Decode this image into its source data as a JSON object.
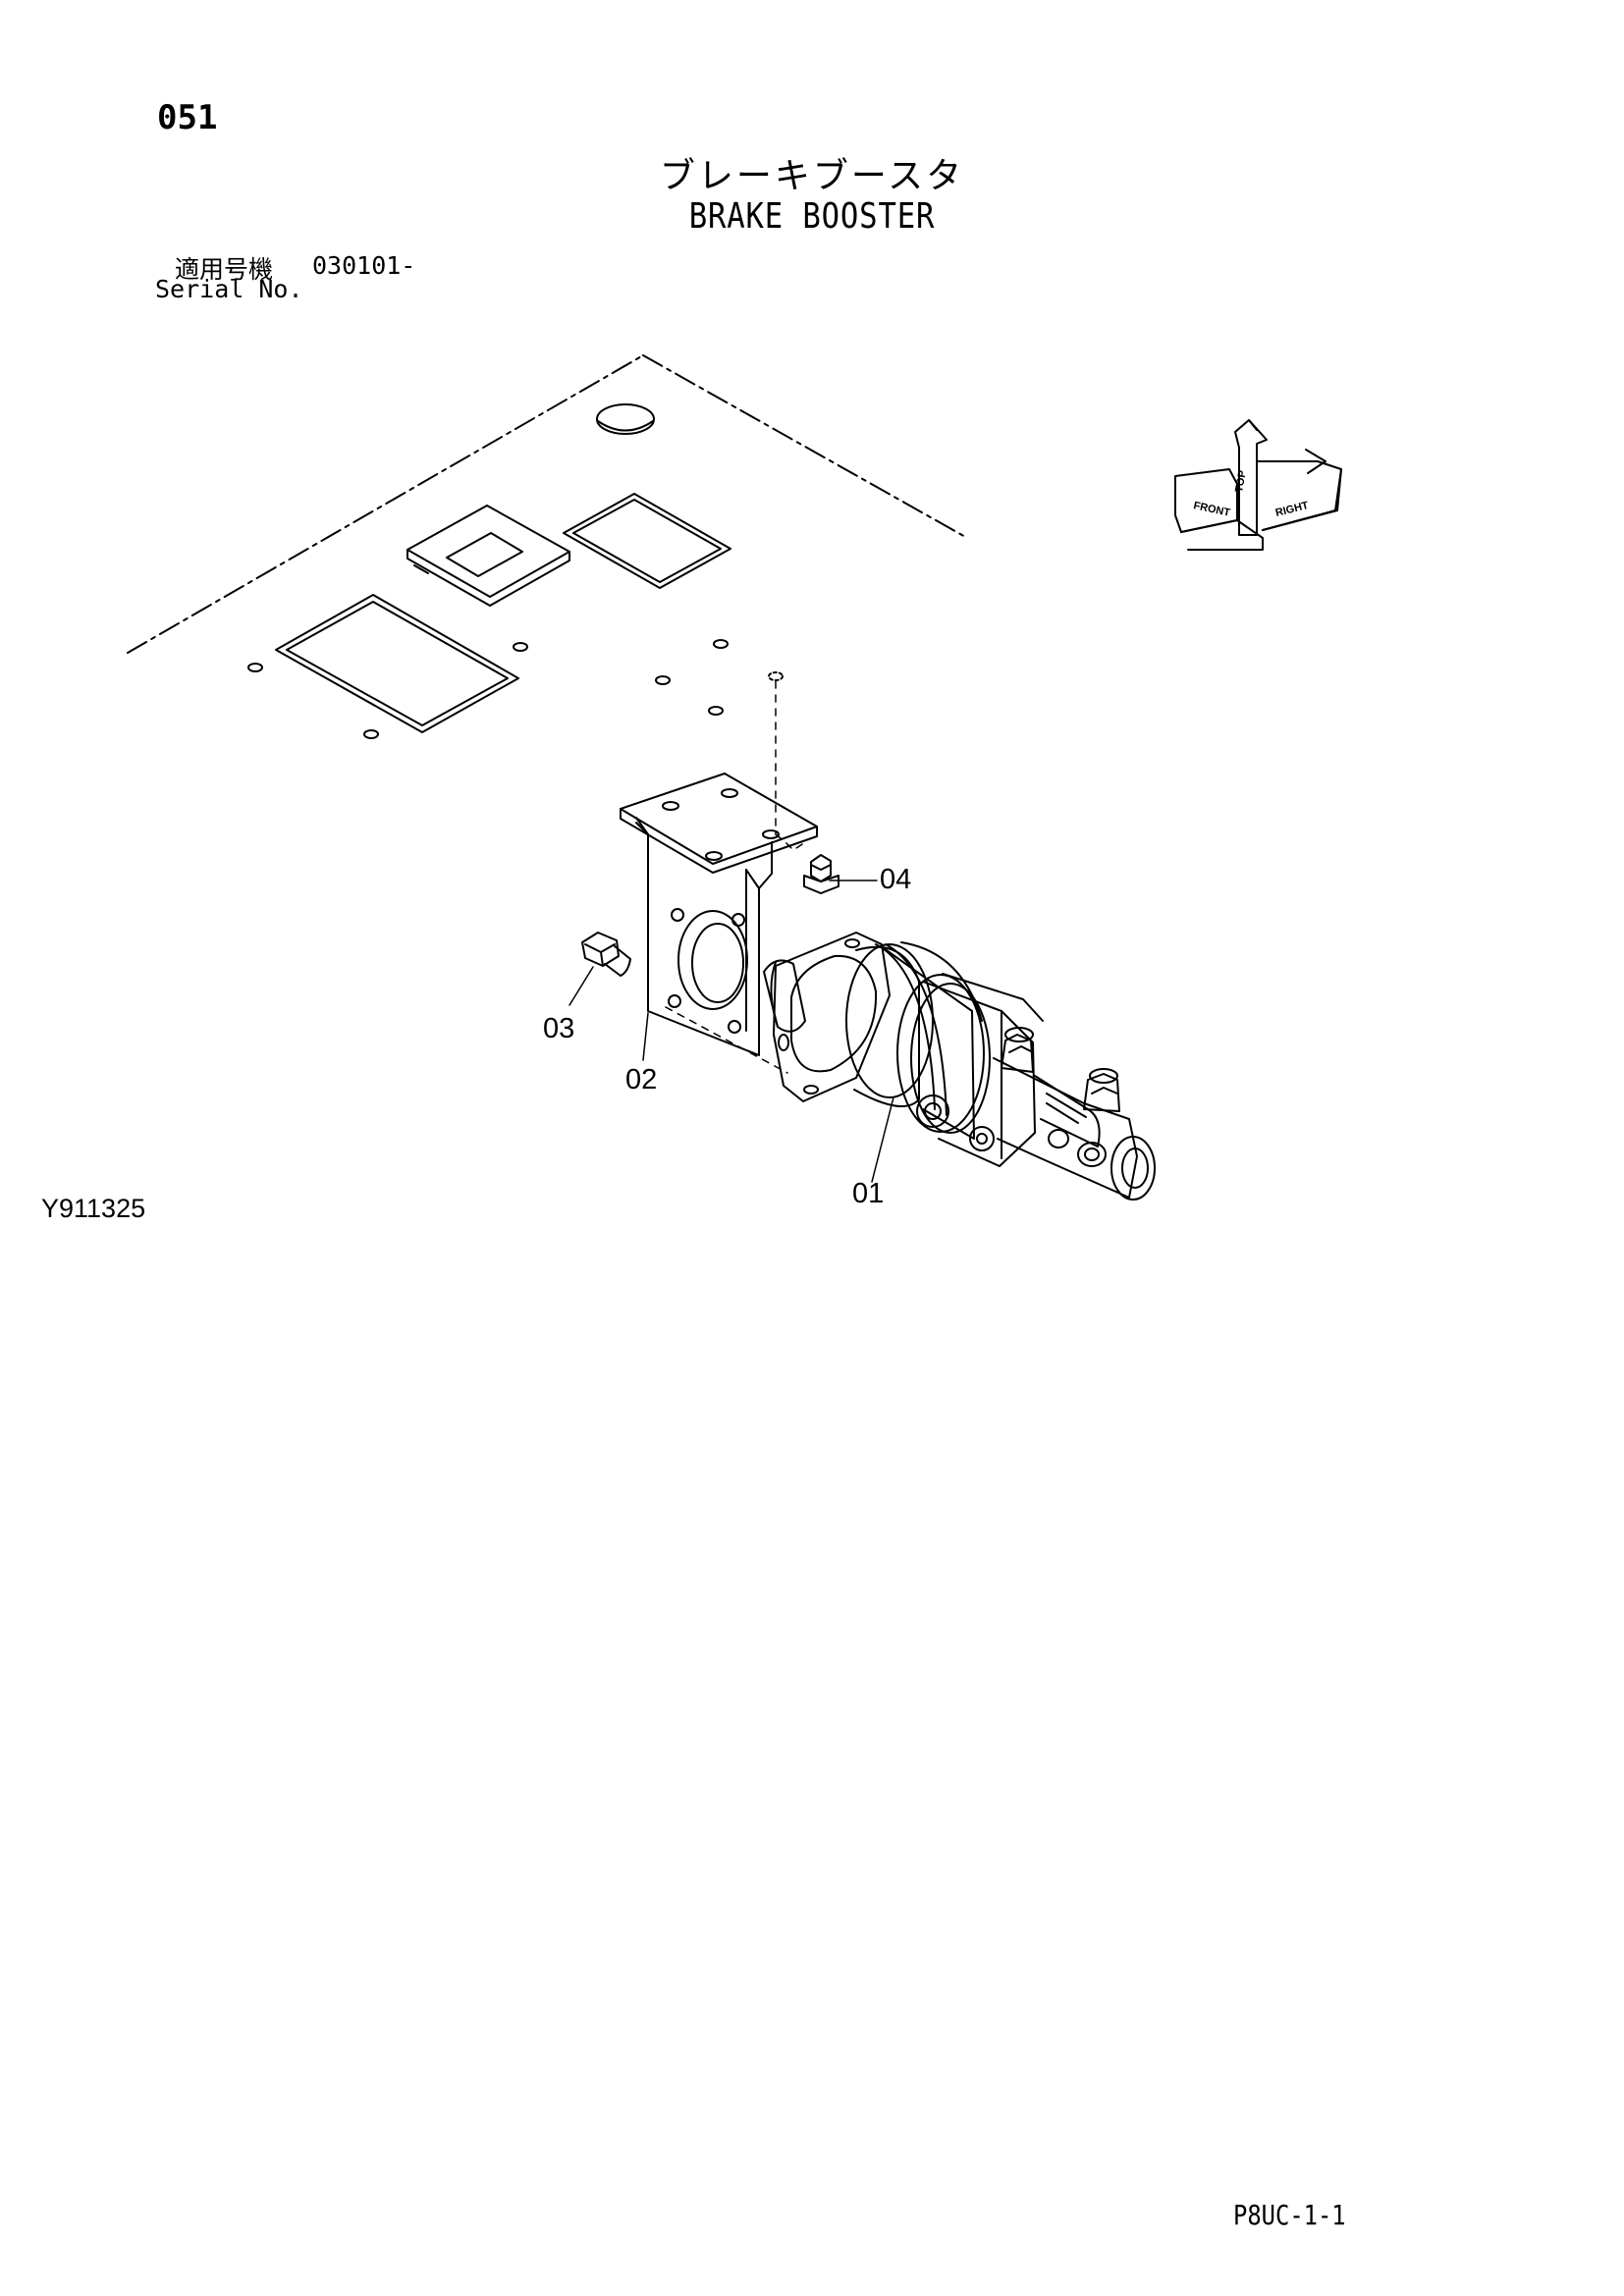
{
  "header": {
    "page_number": "051",
    "title_japanese": "ブレーキブースタ",
    "title_english": "BRAKE BOOSTER",
    "serial_label_japanese": "適用号機",
    "serial_label_english": "Serial No.",
    "serial_value": "030101-"
  },
  "figure": {
    "figure_code": "Y911325",
    "orientation_icon": {
      "labels": [
        "FRONT",
        "TOP",
        "RIGHT"
      ]
    },
    "parts": [
      {
        "callout": "01",
        "part": "brake-booster"
      },
      {
        "callout": "02",
        "part": "bracket"
      },
      {
        "callout": "03",
        "part": "bolt"
      },
      {
        "callout": "04",
        "part": "bolt"
      }
    ]
  },
  "footer": {
    "page_ref": "P8UC-1-1"
  }
}
